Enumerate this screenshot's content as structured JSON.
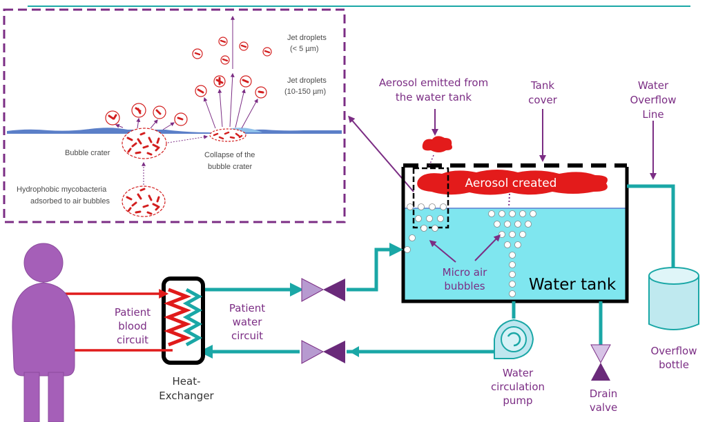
{
  "inset": {
    "jet_small": [
      "Jet droplets",
      "(< 5 µm)"
    ],
    "jet_large": [
      "Jet droplets",
      "(10-150 µm)"
    ],
    "bubble_crater": "Bubble crater",
    "collapse": [
      "Collapse of the",
      "bubble crater"
    ],
    "hydrophobic": [
      "Hydrophobic mycobacteria",
      "adsorbed to air bubbles"
    ]
  },
  "labels": {
    "aerosol_emitted": [
      "Aerosol emitted from",
      "the water tank"
    ],
    "tank_cover": [
      "Tank",
      "cover"
    ],
    "overflow_line": [
      "Water",
      "Overflow",
      "Line"
    ],
    "aerosol_created": "Aerosol created",
    "micro_bubbles": [
      "Micro air",
      "bubbles"
    ],
    "water_tank": "Water tank",
    "patient_blood": [
      "Patient",
      "blood",
      "circuit"
    ],
    "patient_water": [
      "Patient",
      "water",
      "circuit"
    ],
    "heat_exchanger": [
      "Heat-",
      "Exchanger"
    ],
    "pump": [
      "Water",
      "circulation",
      "pump"
    ],
    "drain": [
      "Drain",
      "valve"
    ],
    "overflow_bottle": [
      "Overflow",
      "bottle"
    ]
  },
  "colors": {
    "water_pipe": "#1aa7a6",
    "water_fill": "#7fe6ef",
    "blood": "#e01b1b",
    "purple": "#7b2d84",
    "figure": "#a55fb8"
  }
}
